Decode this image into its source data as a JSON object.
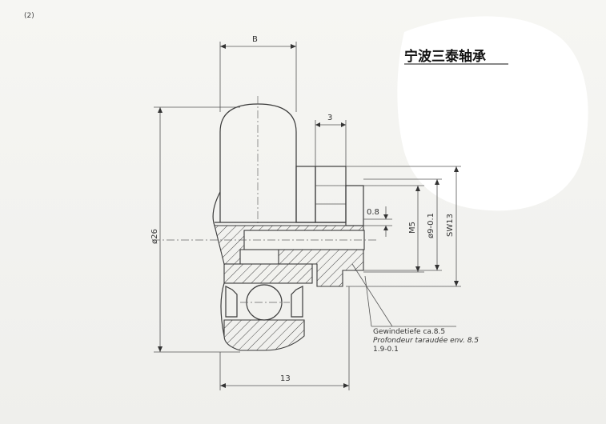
{
  "corner_mark": "(2)",
  "brand": "宁波三泰轴承",
  "dimensions": {
    "width_B": "B",
    "thread_len": "3",
    "outer_dia": "ø26",
    "offset": "0.8",
    "thread": "M5",
    "shaft_dia": "ø9-0.1",
    "wrench": "SW13",
    "overall_len": "13"
  },
  "notes": {
    "line1": "Gewindetiefe ca.8.5",
    "line2": "Profondeur taraudée env. 8.5",
    "line3": "1.9-0.1"
  },
  "colors": {
    "line": "#3a3a3a",
    "paper": "#f3f3ef",
    "blob": "#ffffff"
  }
}
